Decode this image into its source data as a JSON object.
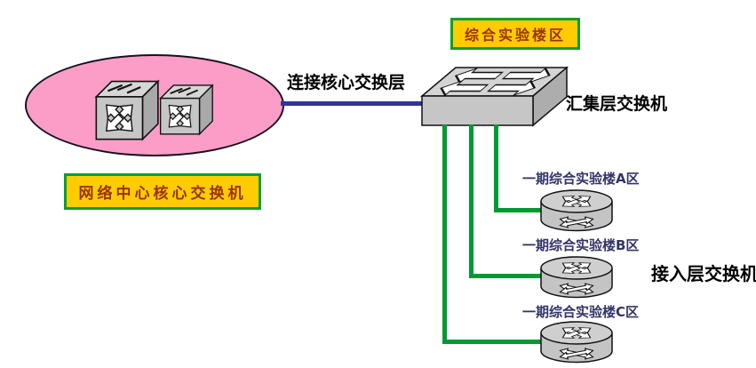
{
  "diagram": {
    "core": {
      "caption": "网络中心核心交换机",
      "switch_count": 2
    },
    "link": {
      "label": "连接核心交换层"
    },
    "zone": {
      "caption": "综合实验楼区"
    },
    "aggregation": {
      "label": "汇集层交换机"
    },
    "access": {
      "layer_label": "接入层交换机",
      "nodes": [
        {
          "label": "一期综合实验楼A区"
        },
        {
          "label": "一期综合实验楼B区"
        },
        {
          "label": "一期综合实验楼C区"
        }
      ]
    },
    "colors": {
      "cloud_fill": "#FB9DC7",
      "box_fill": "#FFCC00",
      "box_border": "#00A033",
      "box_text": "#993300",
      "core_link": "#333399",
      "access_link": "#009933",
      "node_label": "#333366"
    }
  }
}
